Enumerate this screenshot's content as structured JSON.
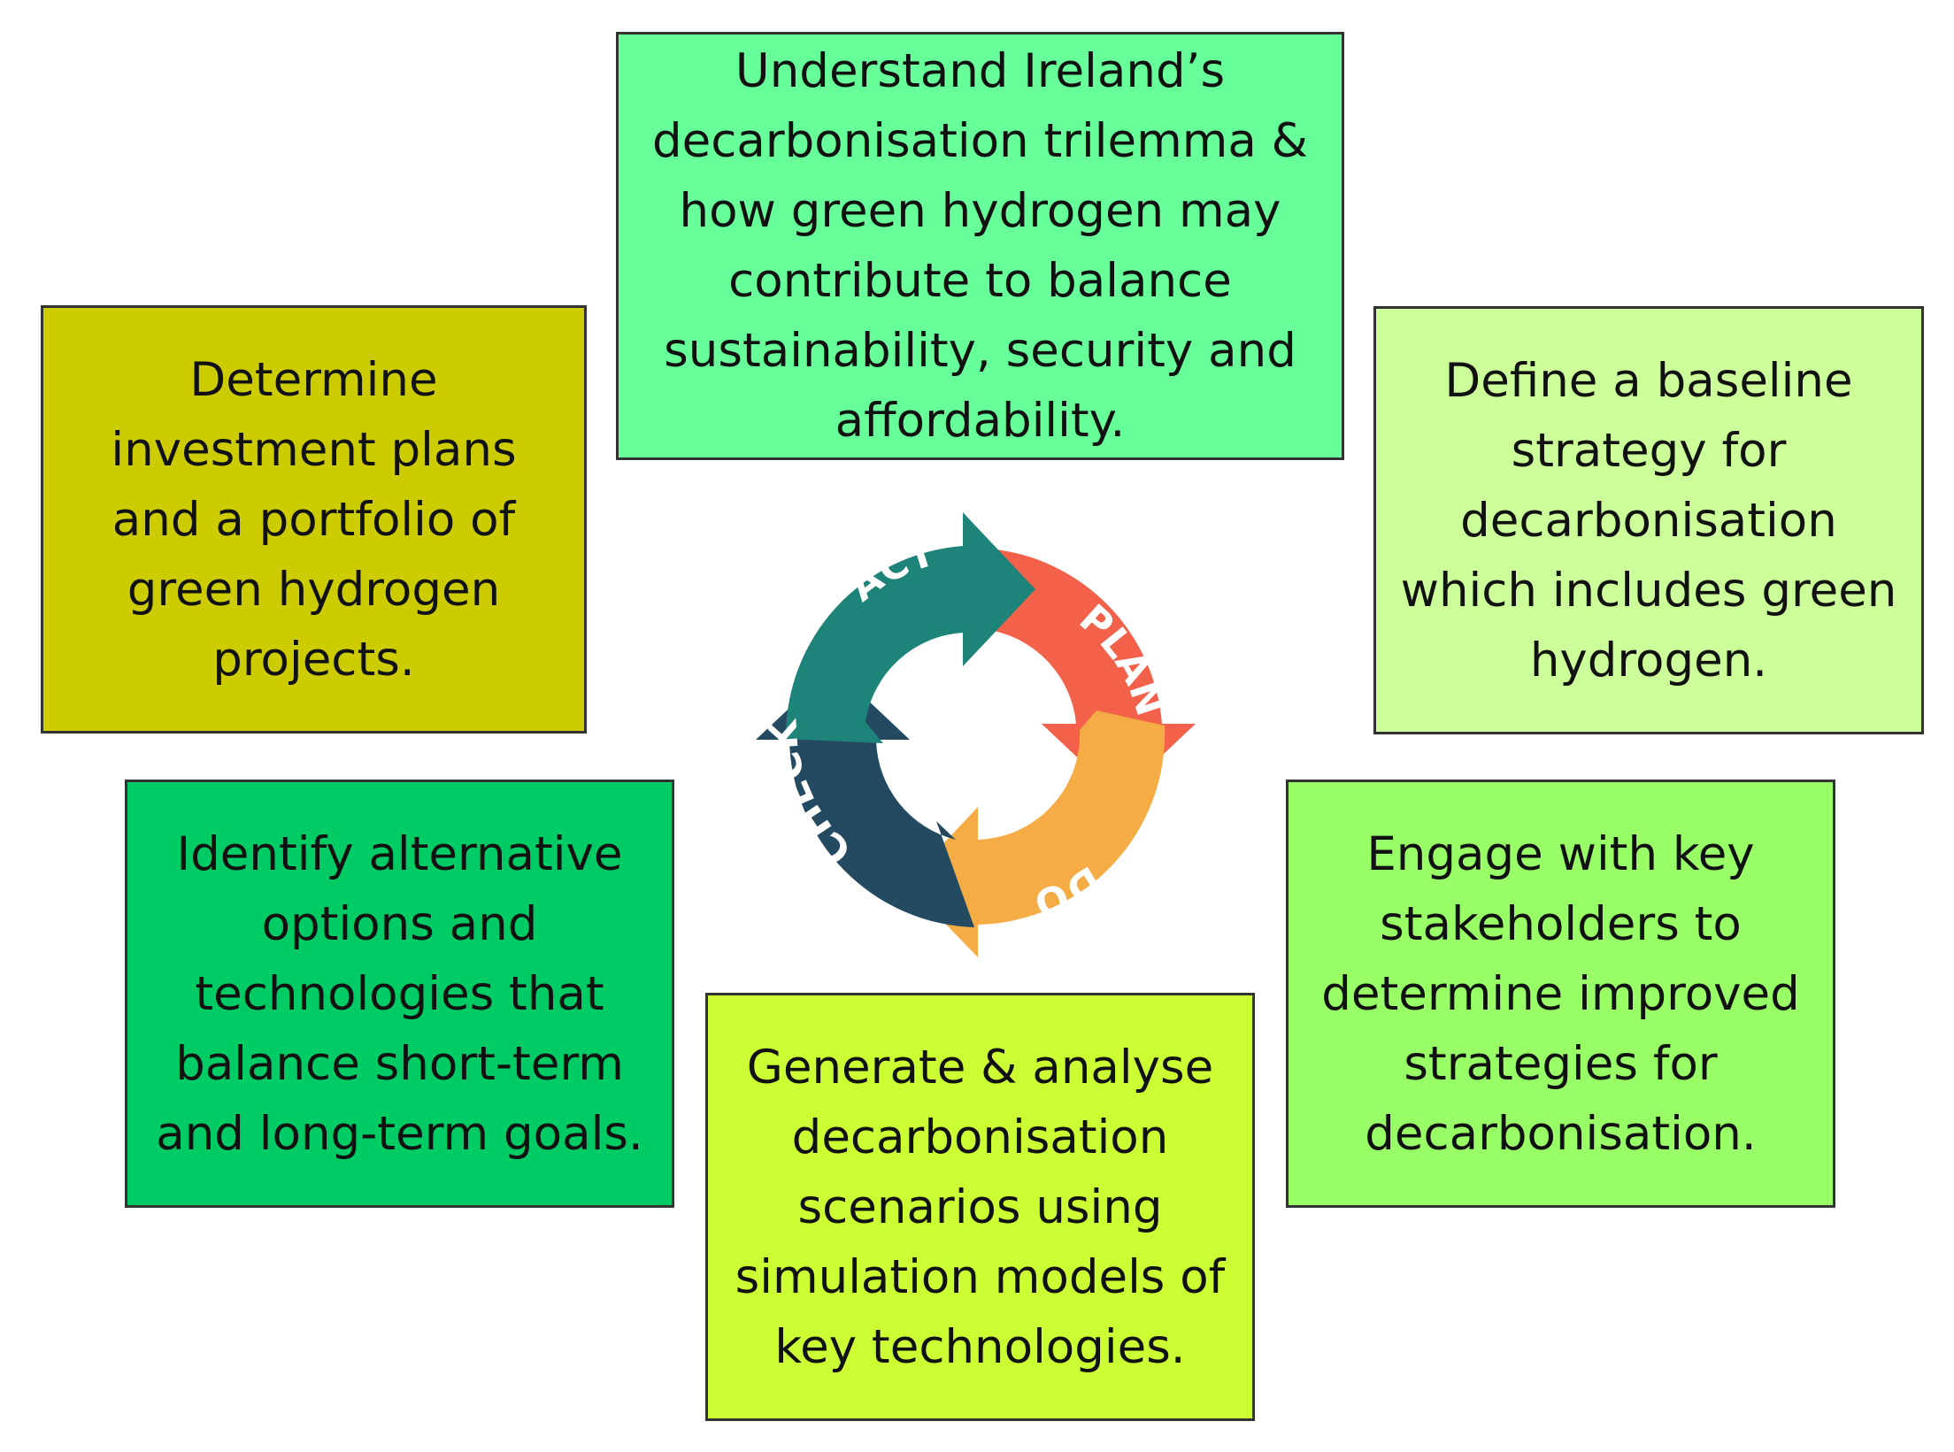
{
  "boxes": {
    "understand": {
      "text": "Understand Ireland’s\ndecarbonisation trilemma &\nhow green hydrogen may\ncontribute to balance\nsustainability, security and\naffordability.",
      "color": "#66ff99"
    },
    "define": {
      "text": "Define a baseline\nstrategy for\ndecarbonisation\nwhich includes green\nhydrogen.",
      "color": "#ccff99"
    },
    "engage": {
      "text": "Engage with key\nstakeholders to\ndetermine improved\nstrategies for\ndecarbonisation.",
      "color": "#99ff66"
    },
    "generate": {
      "text": "Generate & analyse\ndecarbonisation\nscenarios using\nsimulation models of\nkey technologies.",
      "color": "#ccff33"
    },
    "identify": {
      "text": "Identify alternative\noptions and\ntechnologies that\nbalance short-term\nand long-term goals.",
      "color": "#00cc66"
    },
    "determine": {
      "text": "Determine\ninvestment plans\nand a portfolio of\ngreen hydrogen\nprojects.",
      "color": "#cccc00"
    }
  },
  "cycle": {
    "plan": {
      "label": "PLAN",
      "color": "#f4614a"
    },
    "do": {
      "label": "DO",
      "color": "#f6ac45"
    },
    "check": {
      "label": "CHECK",
      "color": "#234a60"
    },
    "act": {
      "label": "ACT",
      "color": "#1e8378"
    }
  }
}
